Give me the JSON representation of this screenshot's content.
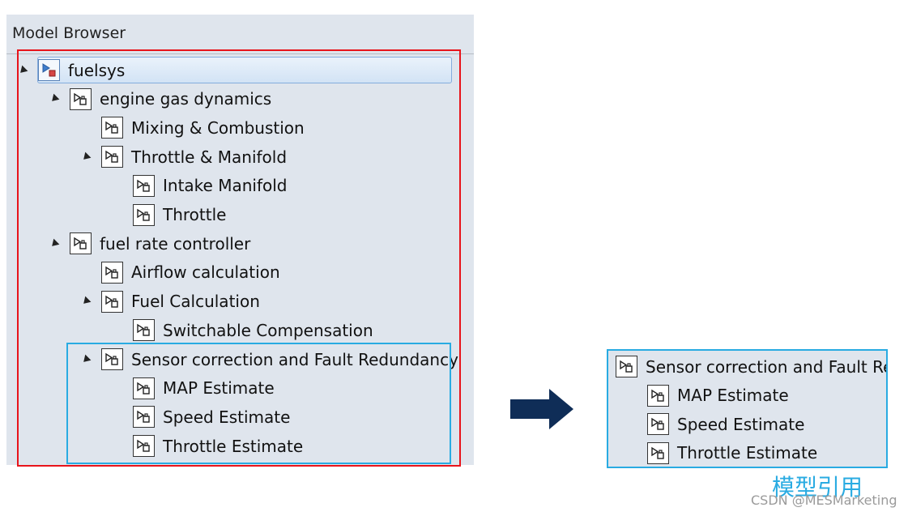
{
  "panel": {
    "title": "Model Browser"
  },
  "tree": [
    {
      "label": "fuelsys",
      "depth": 0,
      "expanded": true,
      "selected": true,
      "root": true
    },
    {
      "label": "engine  gas dynamics",
      "depth": 1,
      "expanded": true
    },
    {
      "label": "Mixing & Combustion",
      "depth": 2,
      "expanded": false
    },
    {
      "label": "Throttle & Manifold",
      "depth": 2,
      "expanded": true
    },
    {
      "label": "Intake Manifold",
      "depth": 3,
      "expanded": false
    },
    {
      "label": "Throttle",
      "depth": 3,
      "expanded": false
    },
    {
      "label": "fuel rate controller",
      "depth": 1,
      "expanded": true
    },
    {
      "label": "Airflow calculation",
      "depth": 2,
      "expanded": false
    },
    {
      "label": "Fuel  Calculation",
      "depth": 2,
      "expanded": true
    },
    {
      "label": "Switchable Compensation",
      "depth": 3,
      "expanded": false
    },
    {
      "label": "Sensor correction and  Fault Redundancy",
      "depth": 2,
      "expanded": true
    },
    {
      "label": "MAP Estimate",
      "depth": 3,
      "expanded": false
    },
    {
      "label": "Speed Estimate",
      "depth": 3,
      "expanded": false
    },
    {
      "label": "Throttle Estimate",
      "depth": 3,
      "expanded": false
    }
  ],
  "inset": [
    {
      "label": "Sensor correction and  Fault Redundancy",
      "depth": 0
    },
    {
      "label": "MAP Estimate",
      "depth": 1
    },
    {
      "label": "Speed Estimate",
      "depth": 1
    },
    {
      "label": "Throttle Estimate",
      "depth": 1
    }
  ],
  "caption": "模型引用",
  "watermark": "CSDN @MESMarketing",
  "colors": {
    "highlight_red": "#e8141b",
    "highlight_blue": "#29abe2",
    "arrow": "#0f2d57",
    "panel_bg": "#dfe5ed"
  }
}
